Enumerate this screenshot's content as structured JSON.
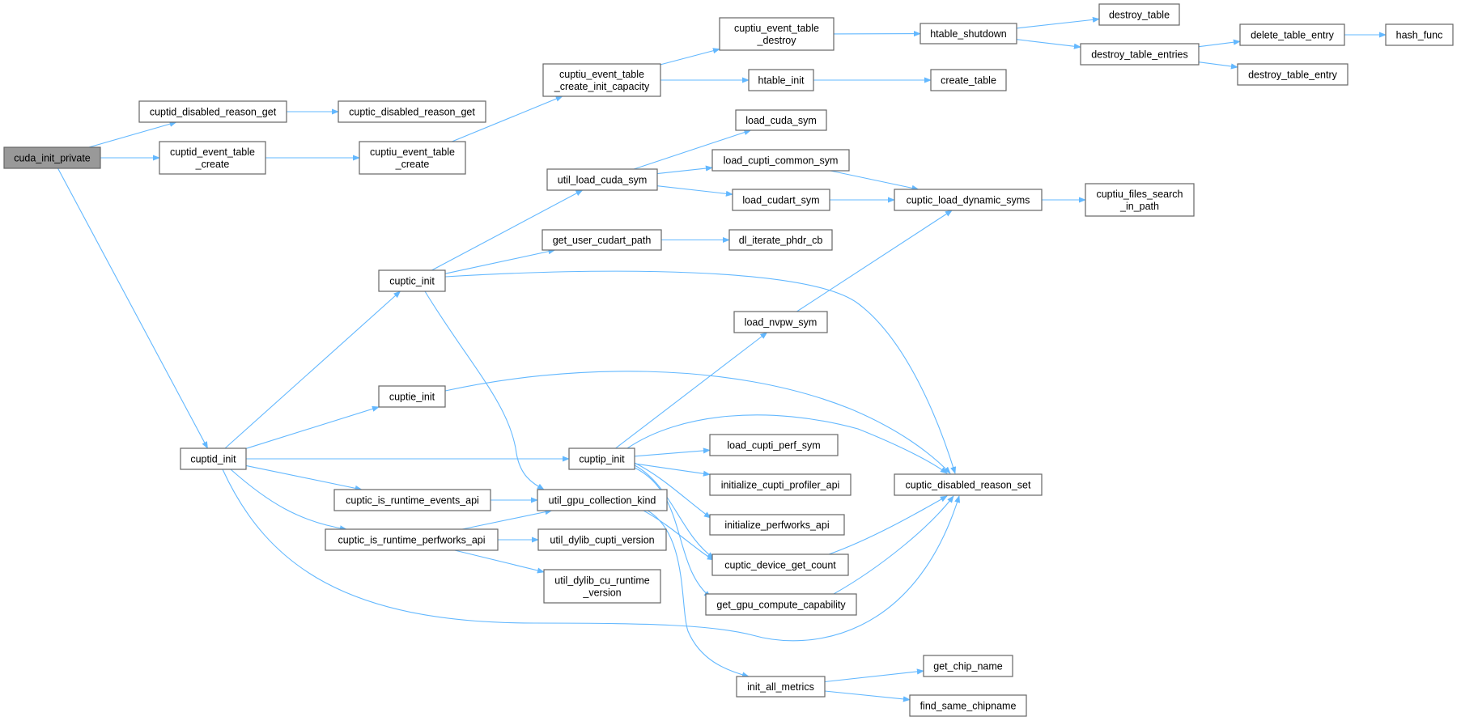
{
  "title": "cuda_init_private call graph",
  "colors": {
    "edge": "#63b8ff",
    "node_border": "#666666",
    "root_fill": "#999999",
    "node_fill": "#ffffff"
  },
  "nodes": [
    {
      "id": "cuda_init_private",
      "lines": [
        "cuda_init_private"
      ],
      "root": true
    },
    {
      "id": "cuptid_disabled_reason_get",
      "lines": [
        "cuptid_disabled_reason_get"
      ]
    },
    {
      "id": "cuptic_disabled_reason_get",
      "lines": [
        "cuptic_disabled_reason_get"
      ]
    },
    {
      "id": "cuptid_event_table_create",
      "lines": [
        "cuptid_event_table",
        "_create"
      ]
    },
    {
      "id": "cuptiu_event_table_create",
      "lines": [
        "cuptiu_event_table",
        "_create"
      ]
    },
    {
      "id": "cuptiu_event_table_create_init_capacity",
      "lines": [
        "cuptiu_event_table",
        "_create_init_capacity"
      ]
    },
    {
      "id": "cuptiu_event_table_destroy",
      "lines": [
        "cuptiu_event_table",
        "_destroy"
      ]
    },
    {
      "id": "htable_shutdown",
      "lines": [
        "htable_shutdown"
      ]
    },
    {
      "id": "destroy_table",
      "lines": [
        "destroy_table"
      ]
    },
    {
      "id": "destroy_table_entries",
      "lines": [
        "destroy_table_entries"
      ]
    },
    {
      "id": "delete_table_entry",
      "lines": [
        "delete_table_entry"
      ]
    },
    {
      "id": "hash_func",
      "lines": [
        "hash_func"
      ]
    },
    {
      "id": "destroy_table_entry",
      "lines": [
        "destroy_table_entry"
      ]
    },
    {
      "id": "htable_init",
      "lines": [
        "htable_init"
      ]
    },
    {
      "id": "create_table",
      "lines": [
        "create_table"
      ]
    },
    {
      "id": "cuptid_init",
      "lines": [
        "cuptid_init"
      ]
    },
    {
      "id": "cuptic_init",
      "lines": [
        "cuptic_init"
      ]
    },
    {
      "id": "util_load_cuda_sym",
      "lines": [
        "util_load_cuda_sym"
      ]
    },
    {
      "id": "load_cuda_sym",
      "lines": [
        "load_cuda_sym"
      ]
    },
    {
      "id": "load_cupti_common_sym",
      "lines": [
        "load_cupti_common_sym"
      ]
    },
    {
      "id": "load_cudart_sym",
      "lines": [
        "load_cudart_sym"
      ]
    },
    {
      "id": "cuptic_load_dynamic_syms",
      "lines": [
        "cuptic_load_dynamic_syms"
      ]
    },
    {
      "id": "cuptiu_files_search_in_path",
      "lines": [
        "cuptiu_files_search",
        "_in_path"
      ]
    },
    {
      "id": "get_user_cudart_path",
      "lines": [
        "get_user_cudart_path"
      ]
    },
    {
      "id": "dl_iterate_phdr_cb",
      "lines": [
        "dl_iterate_phdr_cb"
      ]
    },
    {
      "id": "load_nvpw_sym",
      "lines": [
        "load_nvpw_sym"
      ]
    },
    {
      "id": "cuptie_init",
      "lines": [
        "cuptie_init"
      ]
    },
    {
      "id": "cuptip_init",
      "lines": [
        "cuptip_init"
      ]
    },
    {
      "id": "load_cupti_perf_sym",
      "lines": [
        "load_cupti_perf_sym"
      ]
    },
    {
      "id": "initialize_cupti_profiler_api",
      "lines": [
        "initialize_cupti_profiler_api"
      ]
    },
    {
      "id": "initialize_perfworks_api",
      "lines": [
        "initialize_perfworks_api"
      ]
    },
    {
      "id": "cuptic_device_get_count",
      "lines": [
        "cuptic_device_get_count"
      ]
    },
    {
      "id": "get_gpu_compute_capability",
      "lines": [
        "get_gpu_compute_capability"
      ]
    },
    {
      "id": "cuptic_disabled_reason_set",
      "lines": [
        "cuptic_disabled_reason_set"
      ]
    },
    {
      "id": "cuptic_is_runtime_events_api",
      "lines": [
        "cuptic_is_runtime_events_api"
      ]
    },
    {
      "id": "util_gpu_collection_kind",
      "lines": [
        "util_gpu_collection_kind"
      ]
    },
    {
      "id": "cuptic_is_runtime_perfworks_api",
      "lines": [
        "cuptic_is_runtime_perfworks_api"
      ]
    },
    {
      "id": "util_dylib_cupti_version",
      "lines": [
        "util_dylib_cupti_version"
      ]
    },
    {
      "id": "util_dylib_cu_runtime_version",
      "lines": [
        "util_dylib_cu_runtime",
        "_version"
      ]
    },
    {
      "id": "init_all_metrics",
      "lines": [
        "init_all_metrics"
      ]
    },
    {
      "id": "get_chip_name",
      "lines": [
        "get_chip_name"
      ]
    },
    {
      "id": "find_same_chipname",
      "lines": [
        "find_same_chipname"
      ]
    }
  ],
  "edges": [
    [
      "cuda_init_private",
      "cuptid_disabled_reason_get"
    ],
    [
      "cuda_init_private",
      "cuptid_event_table_create"
    ],
    [
      "cuda_init_private",
      "cuptid_init"
    ],
    [
      "cuptid_disabled_reason_get",
      "cuptic_disabled_reason_get"
    ],
    [
      "cuptid_event_table_create",
      "cuptiu_event_table_create"
    ],
    [
      "cuptiu_event_table_create",
      "cuptiu_event_table_create_init_capacity"
    ],
    [
      "cuptiu_event_table_create_init_capacity",
      "cuptiu_event_table_destroy"
    ],
    [
      "cuptiu_event_table_create_init_capacity",
      "htable_init"
    ],
    [
      "cuptiu_event_table_destroy",
      "htable_shutdown"
    ],
    [
      "htable_shutdown",
      "destroy_table"
    ],
    [
      "htable_shutdown",
      "destroy_table_entries"
    ],
    [
      "destroy_table_entries",
      "delete_table_entry"
    ],
    [
      "destroy_table_entries",
      "destroy_table_entry"
    ],
    [
      "delete_table_entry",
      "hash_func"
    ],
    [
      "htable_init",
      "create_table"
    ],
    [
      "cuptid_init",
      "cuptic_init"
    ],
    [
      "cuptid_init",
      "cuptie_init"
    ],
    [
      "cuptid_init",
      "cuptip_init"
    ],
    [
      "cuptid_init",
      "cuptic_is_runtime_events_api"
    ],
    [
      "cuptid_init",
      "cuptic_is_runtime_perfworks_api"
    ],
    [
      "cuptid_init",
      "cuptic_disabled_reason_set"
    ],
    [
      "cuptic_init",
      "util_load_cuda_sym"
    ],
    [
      "cuptic_init",
      "get_user_cudart_path"
    ],
    [
      "cuptic_init",
      "cuptic_disabled_reason_set"
    ],
    [
      "cuptic_init",
      "util_gpu_collection_kind"
    ],
    [
      "util_load_cuda_sym",
      "load_cuda_sym"
    ],
    [
      "util_load_cuda_sym",
      "load_cupti_common_sym"
    ],
    [
      "util_load_cuda_sym",
      "load_cudart_sym"
    ],
    [
      "load_cupti_common_sym",
      "cuptic_load_dynamic_syms"
    ],
    [
      "load_cudart_sym",
      "cuptic_load_dynamic_syms"
    ],
    [
      "cuptic_load_dynamic_syms",
      "cuptiu_files_search_in_path"
    ],
    [
      "get_user_cudart_path",
      "dl_iterate_phdr_cb"
    ],
    [
      "load_nvpw_sym",
      "cuptic_load_dynamic_syms"
    ],
    [
      "cuptie_init",
      "cuptic_disabled_reason_set"
    ],
    [
      "cuptip_init",
      "load_nvpw_sym"
    ],
    [
      "cuptip_init",
      "cuptic_disabled_reason_set"
    ],
    [
      "cuptip_init",
      "load_cupti_perf_sym"
    ],
    [
      "cuptip_init",
      "initialize_cupti_profiler_api"
    ],
    [
      "cuptip_init",
      "initialize_perfworks_api"
    ],
    [
      "cuptip_init",
      "cuptic_device_get_count"
    ],
    [
      "cuptip_init",
      "get_gpu_compute_capability"
    ],
    [
      "cuptic_is_runtime_events_api",
      "util_gpu_collection_kind"
    ],
    [
      "cuptic_is_runtime_perfworks_api",
      "util_gpu_collection_kind"
    ],
    [
      "cuptic_is_runtime_perfworks_api",
      "util_dylib_cupti_version"
    ],
    [
      "cuptic_is_runtime_perfworks_api",
      "util_dylib_cu_runtime_version"
    ],
    [
      "util_gpu_collection_kind",
      "cuptic_device_get_count"
    ],
    [
      "util_gpu_collection_kind",
      "init_all_metrics"
    ],
    [
      "cuptic_device_get_count",
      "cuptic_disabled_reason_set"
    ],
    [
      "get_gpu_compute_capability",
      "cuptic_disabled_reason_set"
    ],
    [
      "init_all_metrics",
      "get_chip_name"
    ],
    [
      "init_all_metrics",
      "find_same_chipname"
    ]
  ]
}
